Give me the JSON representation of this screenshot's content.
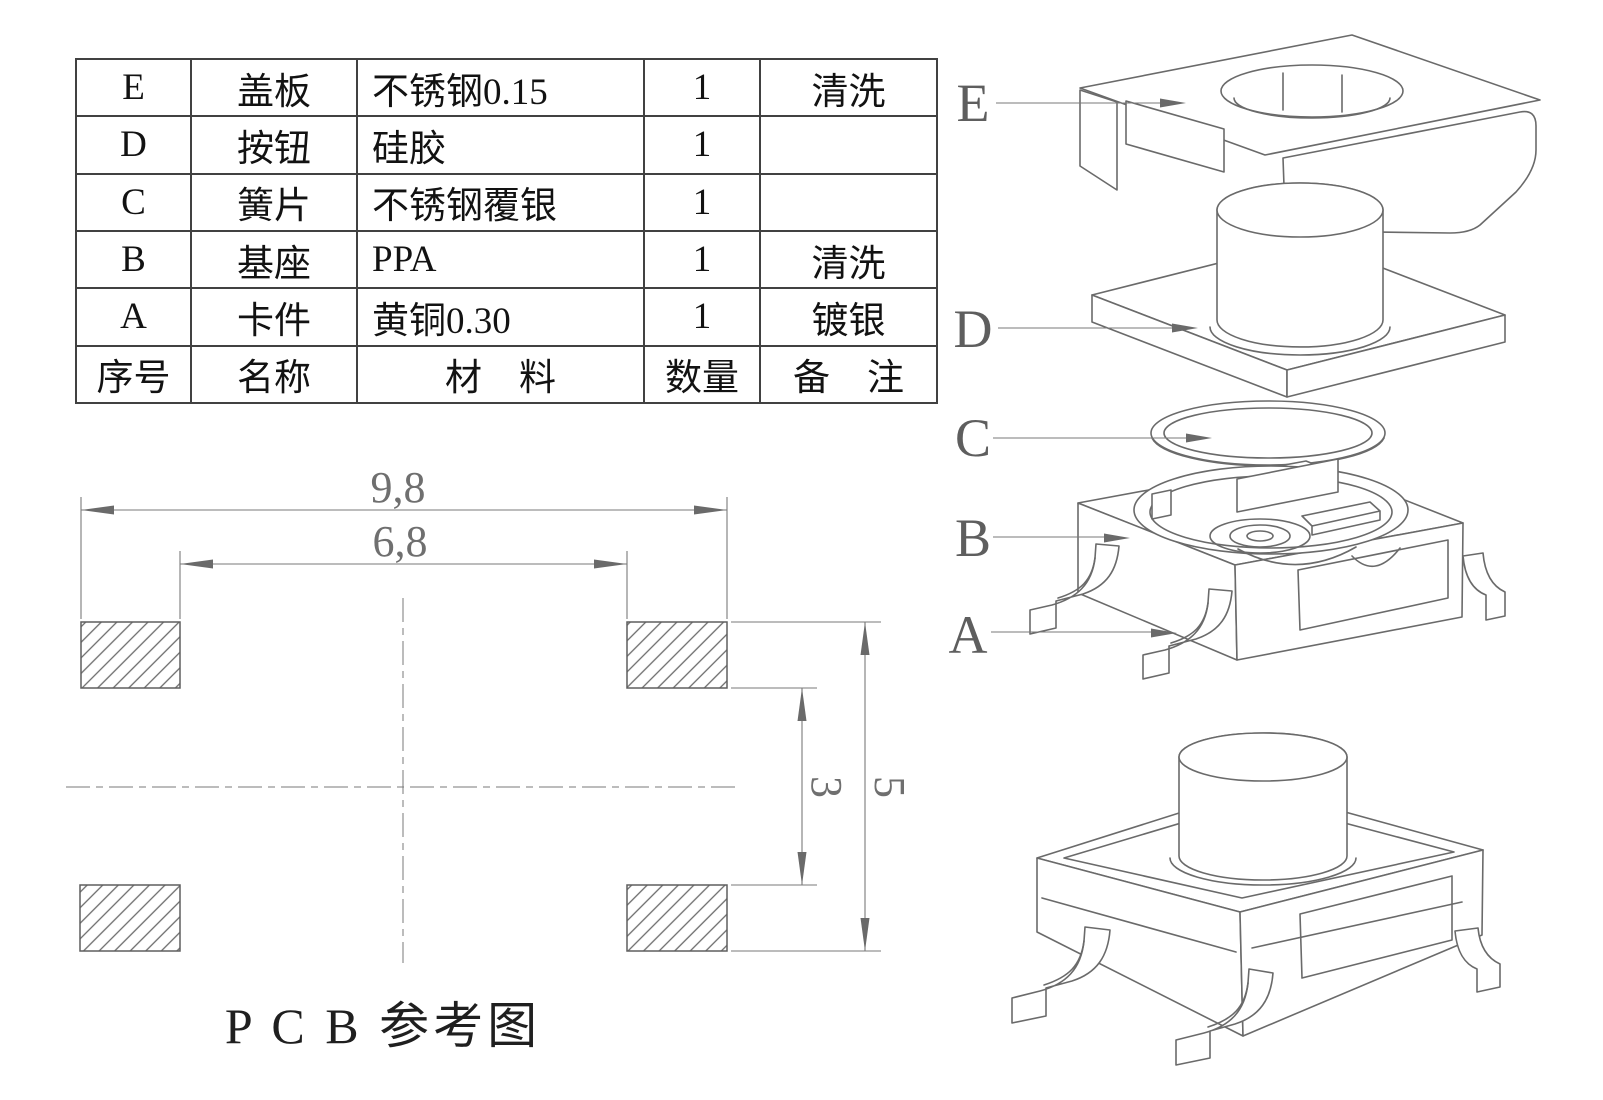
{
  "colors": {
    "drawing_line": "#6a6a6a",
    "dimension_text": "#6f6f6f",
    "table_border": "#414141",
    "table_text": "#121212",
    "part_label": "#5e5e5e"
  },
  "bom_table": {
    "rows": [
      {
        "no": "E",
        "name": "盖板",
        "material": "不锈钢0.15",
        "qty": "1",
        "remark": "清洗"
      },
      {
        "no": "D",
        "name": "按钮",
        "material": "硅胶",
        "qty": "1",
        "remark": ""
      },
      {
        "no": "C",
        "name": "簧片",
        "material": "不锈钢覆银",
        "qty": "1",
        "remark": ""
      },
      {
        "no": "B",
        "name": "基座",
        "material": "PPA",
        "qty": "1",
        "remark": "清洗"
      },
      {
        "no": "A",
        "name": "卡件",
        "material": "黄铜0.30",
        "qty": "1",
        "remark": "镀银"
      }
    ],
    "header": {
      "no": "序号",
      "name": "名称",
      "material": "材　料",
      "qty": "数量",
      "remark": "备　注"
    }
  },
  "pcb_drawing": {
    "caption": "P C B 参考图",
    "dims": {
      "width_outer": "9,8",
      "width_inner": "6,8",
      "vertical_inner": "3",
      "vertical_outer": "5"
    }
  },
  "exploded_view": {
    "labels": [
      "E",
      "D",
      "C",
      "B",
      "A"
    ]
  }
}
